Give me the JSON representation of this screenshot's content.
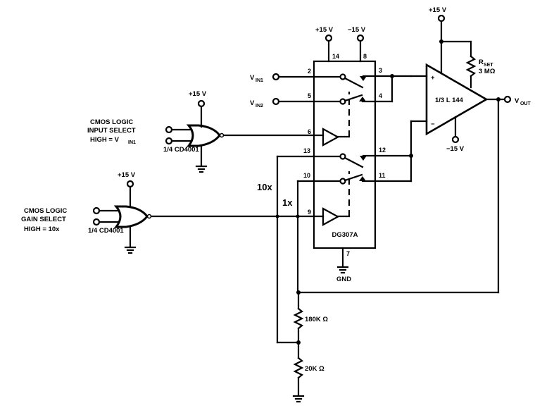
{
  "diagram": {
    "type": "circuit-schematic",
    "title": "Programmable gain amplifier with CMOS logic input and gain select"
  },
  "labels": {
    "vin1": "V",
    "vin1_sub": "IN1",
    "vin2": "V",
    "vin2_sub": "IN2",
    "vout": "V",
    "vout_sub": "OUT",
    "supply_pos": "+15 V",
    "supply_neg": "−15 V",
    "mux_supply_pos": "+15 V",
    "mux_supply_neg": "−15 V",
    "opamp_supply_pos": "+15 V",
    "opamp_supply_neg": "−15 V",
    "gate1_supply": "+15 V",
    "gate2_supply": "+15 V",
    "rset_name": "R",
    "rset_sub": "SET",
    "rset_value": "3 MΩ",
    "opamp_part": "1/3 L 144",
    "opamp_plus": "+",
    "opamp_minus": "−",
    "mux_part": "DG307A",
    "gnd": "GND",
    "gate1_part": "1/4 CD4001",
    "gate2_part": "1/4 CD4001",
    "input_select_line1": "CMOS LOGIC",
    "input_select_line2": "INPUT SELECT",
    "input_select_line3": "HIGH = V",
    "input_select_line3_sub": "IN1",
    "gain_select_line1": "CMOS LOGIC",
    "gain_select_line2": "GAIN SELECT",
    "gain_select_line3": "HIGH = 10x",
    "gain_10x": "10x",
    "gain_1x": "1x",
    "r_feedback": "180K Ω",
    "r_ground": "20K Ω"
  },
  "pins": {
    "p14": "14",
    "p8": "8",
    "p2": "2",
    "p5": "5",
    "p3": "3",
    "p4": "4",
    "p6": "6",
    "p13": "13",
    "p12": "12",
    "p10": "10",
    "p11": "11",
    "p9": "9",
    "p7": "7"
  }
}
